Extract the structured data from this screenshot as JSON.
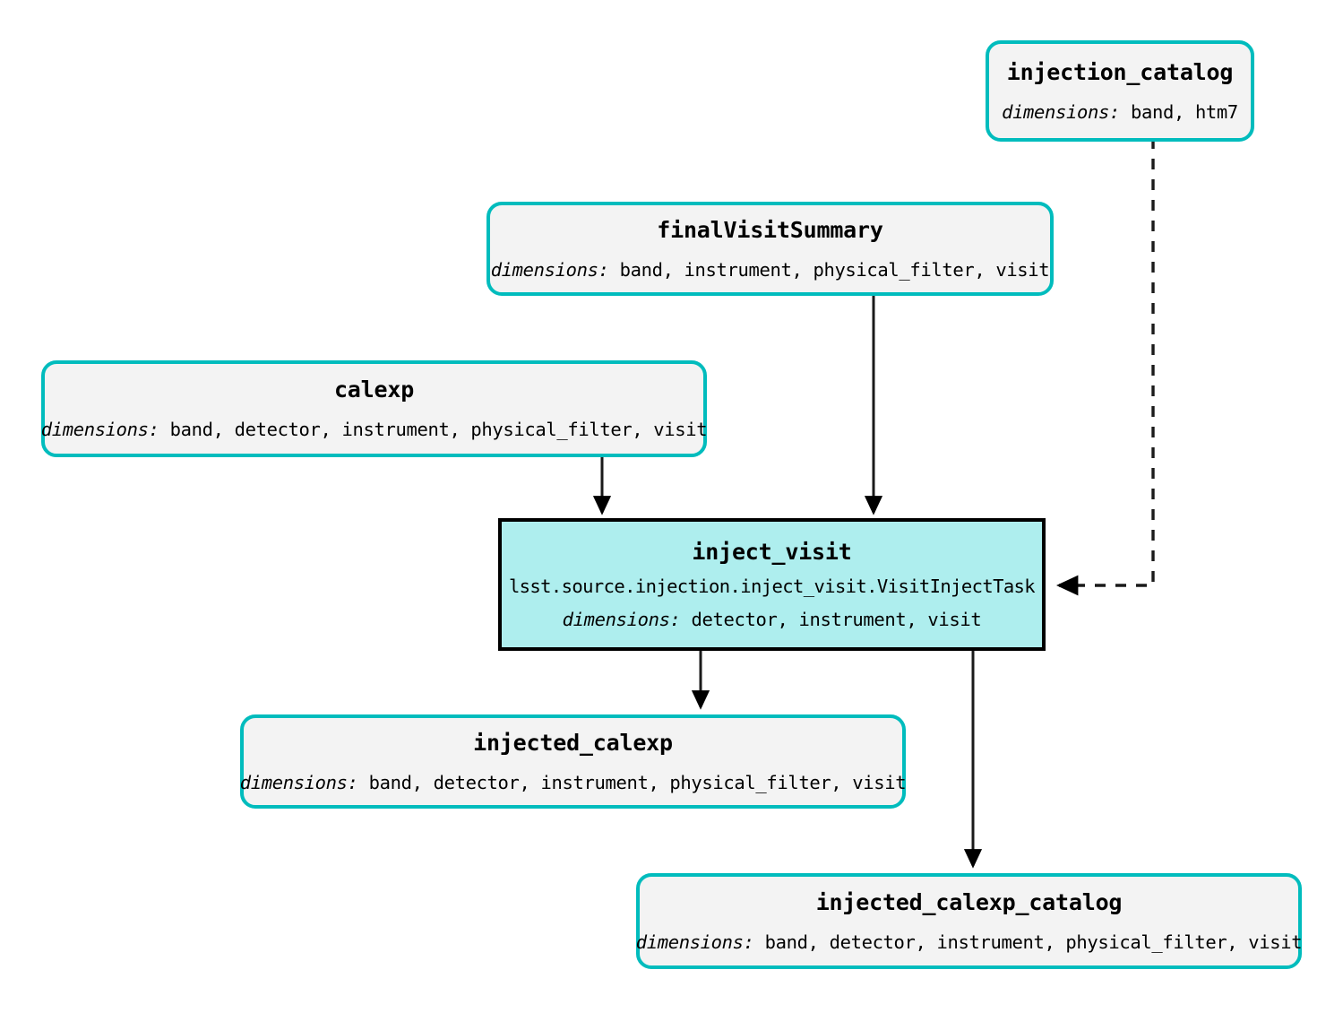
{
  "diagram": {
    "type": "pipeline-task-graph",
    "background_color": "#ffffff",
    "dataset_node_color": "#00bcbd",
    "dataset_node_fill": "#f3f3f3",
    "task_node_color": "#000000",
    "task_node_fill": "#aeeeee",
    "dims_label": "dimensions:"
  },
  "nodes": {
    "injection_catalog": {
      "title": "injection_catalog",
      "dims_label": "dimensions:",
      "dims_values": " band, htm7",
      "kind": "dataset"
    },
    "final_visit_summary": {
      "title": "finalVisitSummary",
      "dims_label": "dimensions:",
      "dims_values": " band, instrument, physical_filter, visit",
      "kind": "dataset"
    },
    "calexp": {
      "title": "calexp",
      "dims_label": "dimensions:",
      "dims_values": " band, detector, instrument, physical_filter, visit",
      "kind": "dataset"
    },
    "inject_visit": {
      "title": "inject_visit",
      "task_class": "lsst.source.injection.inject_visit.VisitInjectTask",
      "dims_label": "dimensions:",
      "dims_values": " detector, instrument, visit",
      "kind": "task"
    },
    "injected_calexp": {
      "title": "injected_calexp",
      "dims_label": "dimensions:",
      "dims_values": " band, detector, instrument, physical_filter, visit",
      "kind": "dataset"
    },
    "injected_calexp_catalog": {
      "title": "injected_calexp_catalog",
      "dims_label": "dimensions:",
      "dims_values": " band, detector, instrument, physical_filter, visit",
      "kind": "dataset"
    }
  },
  "edges": [
    {
      "from": "injection_catalog",
      "to": "inject_visit",
      "style": "dashed"
    },
    {
      "from": "final_visit_summary",
      "to": "inject_visit",
      "style": "solid"
    },
    {
      "from": "calexp",
      "to": "inject_visit",
      "style": "solid"
    },
    {
      "from": "inject_visit",
      "to": "injected_calexp",
      "style": "solid"
    },
    {
      "from": "inject_visit",
      "to": "injected_calexp_catalog",
      "style": "solid"
    }
  ]
}
